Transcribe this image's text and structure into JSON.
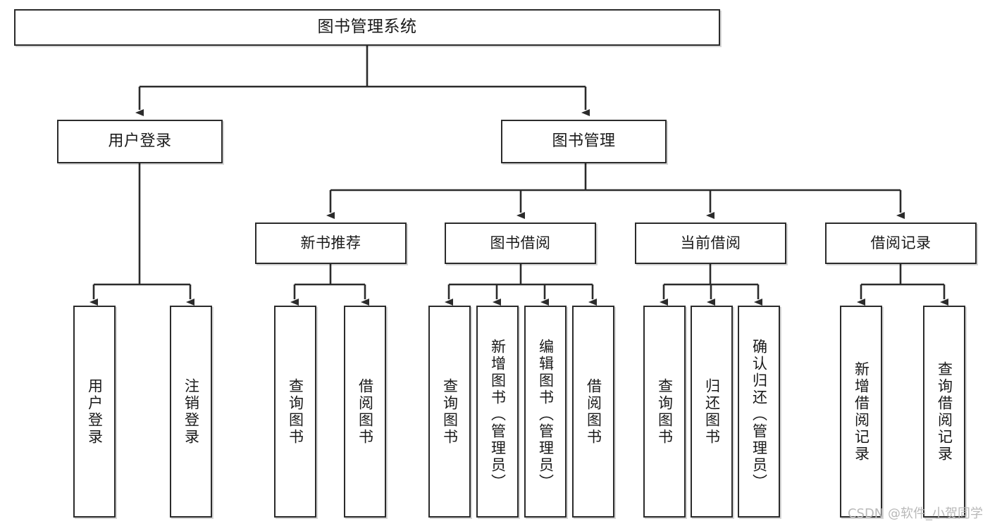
{
  "diagram": {
    "title": "图书管理系统",
    "type": "hierarchy-tree",
    "watermark": "CSDN @软件_小贺同学",
    "colors": {
      "box_border": "#2b2b2b",
      "box_fill": "#ffffff",
      "connector": "#2b2b2b",
      "text": "#1a1a1a",
      "watermark": "#b9b9b9"
    }
  },
  "nodes": {
    "root": {
      "label": "图书管理系统",
      "level": 1
    },
    "l2": [
      {
        "label": "用户登录",
        "level": 2
      },
      {
        "label": "图书管理",
        "level": 2
      }
    ],
    "l3": [
      {
        "label": "新书推荐",
        "level": 3
      },
      {
        "label": "图书借阅",
        "level": 3
      },
      {
        "label": "当前借阅",
        "level": 3
      },
      {
        "label": "借阅记录",
        "level": 3
      }
    ],
    "leaves": {
      "user_login": [
        {
          "label": "用户登录"
        },
        {
          "label": "注销登录"
        }
      ],
      "new_book_recommend": [
        {
          "label": "查询图书"
        },
        {
          "label": "借阅图书"
        }
      ],
      "book_borrow": [
        {
          "label": "查询图书"
        },
        {
          "label": "新增图书（管理员）"
        },
        {
          "label": "编辑图书（管理员）"
        },
        {
          "label": "借阅图书"
        }
      ],
      "current_borrow": [
        {
          "label": "查询图书"
        },
        {
          "label": "归还图书"
        },
        {
          "label": "确认归还（管理员）"
        }
      ],
      "borrow_record": [
        {
          "label": "新增借阅记录"
        },
        {
          "label": "查询借阅记录"
        }
      ]
    }
  }
}
